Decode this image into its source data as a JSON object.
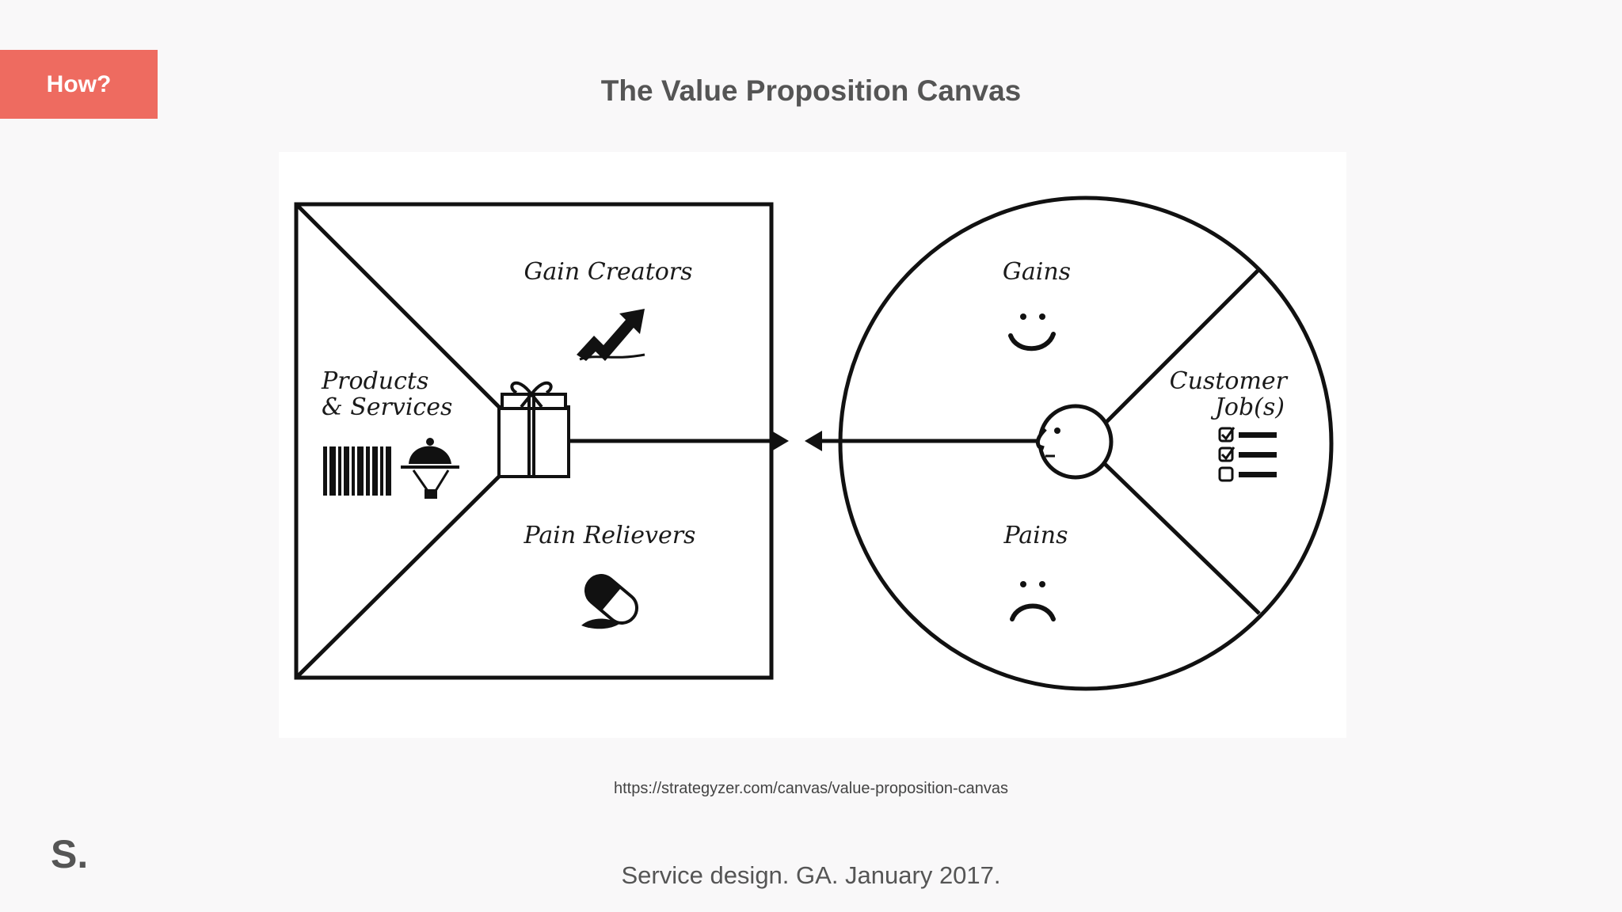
{
  "tag": {
    "label": "How?"
  },
  "slide": {
    "title": "The Value Proposition Canvas"
  },
  "diagram": {
    "value_map": {
      "gain_creators": "Gain Creators",
      "products_line1": "Products",
      "products_line2": "& Services",
      "pain_relievers": "Pain Relievers"
    },
    "customer_profile": {
      "gains": "Gains",
      "customer_line1": "Customer",
      "customer_line2": "Job(s)",
      "pains": "Pains"
    },
    "icons": [
      "trend-up-icon",
      "barcode-icon",
      "cloche-icon",
      "gift-icon",
      "pill-icon",
      "smile-icon",
      "frown-icon",
      "checklist-icon",
      "face-profile-icon"
    ]
  },
  "source_url": "https://strategyzer.com/canvas/value-proposition-canvas",
  "logo": "S.",
  "footer": "Service design. GA. January 2017.",
  "colors": {
    "accent": "#ee6b60",
    "text": "#555555",
    "background": "#f9f8f9",
    "line": "#111111"
  }
}
